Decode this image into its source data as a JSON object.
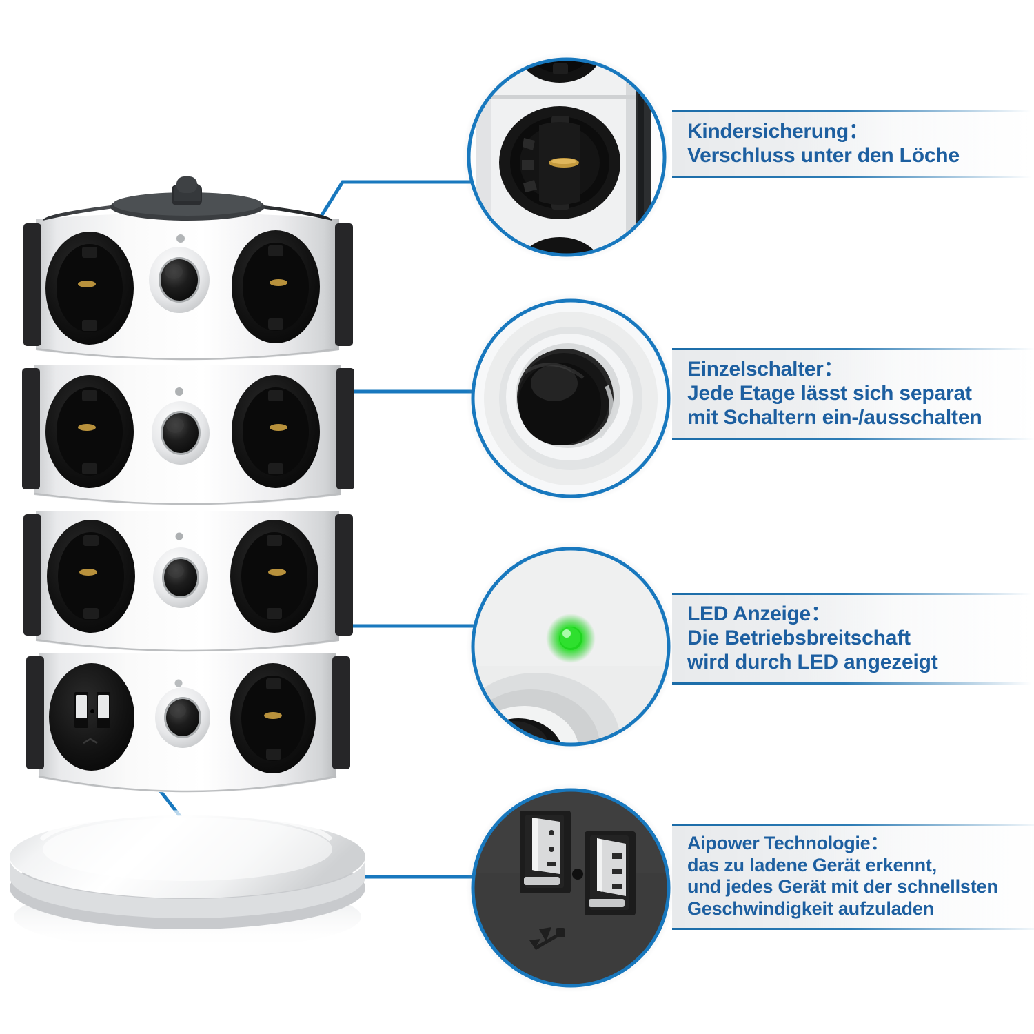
{
  "page": {
    "language": "de",
    "background_color": "#ffffff",
    "accent_color": "#1b6ca8",
    "text_color": "#1d5fa0",
    "led_color": "#2ee02e"
  },
  "product": {
    "name": "power-strip-tower",
    "tiers": 4,
    "sockets_per_tier": 2,
    "socket_type": "schuko",
    "switches": 4,
    "leds": 4,
    "usb_ports": 2,
    "base_shape": "round-pedestal",
    "body_color": "#f2f3f4",
    "socket_color": "#141414",
    "side_panel_color": "#2a2a2a"
  },
  "callouts": [
    {
      "id": "kindersicherung",
      "icon": "socket-icon",
      "title": "Kindersicherung：",
      "lines": [
        "Verschluss unter den Löche"
      ],
      "detail": "schuko-socket-with-child-safety-shutters"
    },
    {
      "id": "einzelschalter",
      "icon": "switch-icon",
      "title": "Einzelschalter：",
      "lines": [
        "Jede Etage lässt sich separat",
        "mit Schaltern ein-/ausschalten"
      ],
      "detail": "black-rocker-switch-in-white-recess"
    },
    {
      "id": "led",
      "icon": "led-icon",
      "title": "LED Anzeige：",
      "lines": [
        "Die Betriebsbreitschaft",
        "wird durch LED angezeigt"
      ],
      "detail": "green-led-indicator"
    },
    {
      "id": "aipower",
      "icon": "usb-icon",
      "title": "Aipower Technologie：",
      "lines": [
        "das zu ladene Gerät erkennt,",
        "und jedes Gerät mit der schnellsten",
        "Geschwindigkeit aufzuladen"
      ],
      "detail": "dual-usb-a-ports"
    }
  ]
}
